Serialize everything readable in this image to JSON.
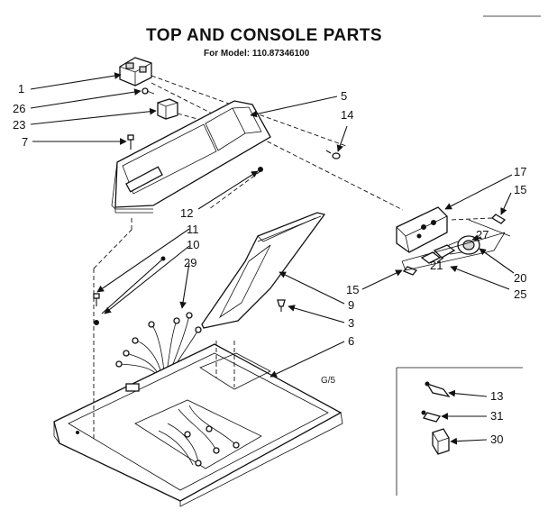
{
  "title": "TOP AND CONSOLE PARTS",
  "subtitle": "For Model: 110.87346100",
  "note": "G/5",
  "callouts": [
    "1",
    "26",
    "23",
    "7",
    "5",
    "14",
    "17",
    "15",
    "27",
    "20",
    "25",
    "21",
    "12",
    "11",
    "10",
    "29",
    "15",
    "9",
    "3",
    "6",
    "13",
    "31",
    "30"
  ]
}
